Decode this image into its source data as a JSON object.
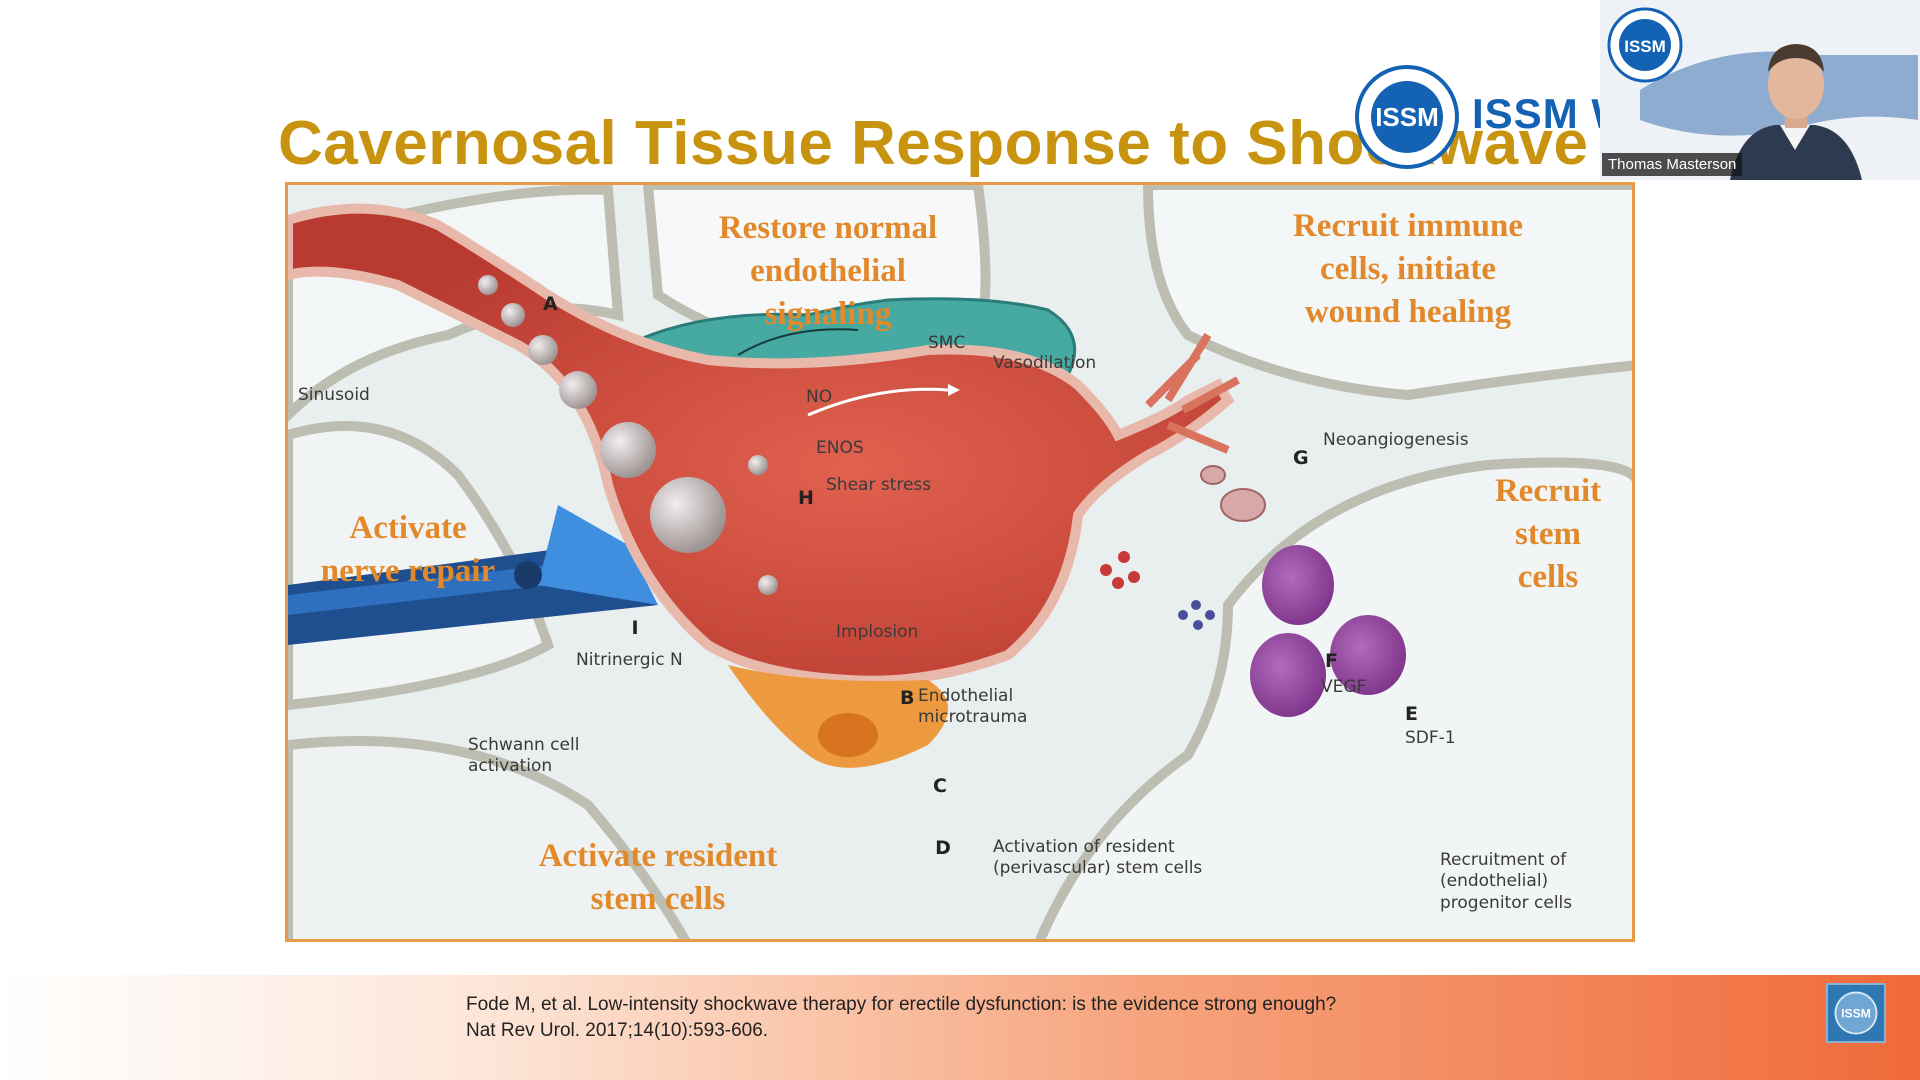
{
  "slide": {
    "title": "Cavernosal Tissue Response to Shockwave",
    "brand_text": "ISSM W"
  },
  "video": {
    "participant_name": "Thomas Masterson"
  },
  "figure": {
    "headlines": {
      "restore": "Restore normal\nendothelial\nsignaling",
      "recruit_immune": "Recruit immune\ncells, initiate\nwound healing",
      "nerve": "Activate\nnerve repair",
      "recruit_stem": "Recruit\nstem\ncells",
      "resident": "Activate resident\nstem cells"
    },
    "labels": {
      "sinusoid": "Sinusoid",
      "smc": "SMC",
      "vasodilation": "Vasodilation",
      "no": "NO",
      "enos": "ENOS",
      "shear_stress": "Shear stress",
      "implosion": "Implosion",
      "endothelial_microtrauma": "Endothelial\nmicrotrauma",
      "nitrinergic": "Nitrinergic N",
      "schwann": "Schwann cell\nactivation",
      "neoangiogenesis": "Neoangiogenesis",
      "vegf": "VEGF",
      "sdf1": "SDF-1",
      "activation_resident": "Activation of resident\n(perivascular) stem cells",
      "recruitment": "Recruitment of\n(endothelial)\nprogenitor cells"
    },
    "letters": {
      "a": "A",
      "b": "B",
      "c": "C",
      "d": "D",
      "e": "E",
      "f": "F",
      "g": "G",
      "h": "H",
      "i": "I"
    }
  },
  "footer": {
    "citation": "Fode M, et al. Low-intensity shockwave therapy for erectile dysfunction: is the evidence strong enough? Nat Rev Urol. 2017;14(10):593-606."
  },
  "colors": {
    "title": "#c8940f",
    "frame_border": "#e89a45",
    "headline_orange": "#e2892b",
    "vessel_red": "#c9473a",
    "smc_teal": "#3fa6a0",
    "nerve_blue": "#2a6fb8",
    "stem_purple": "#8e3e9a",
    "brand_blue": "#1462b4"
  }
}
